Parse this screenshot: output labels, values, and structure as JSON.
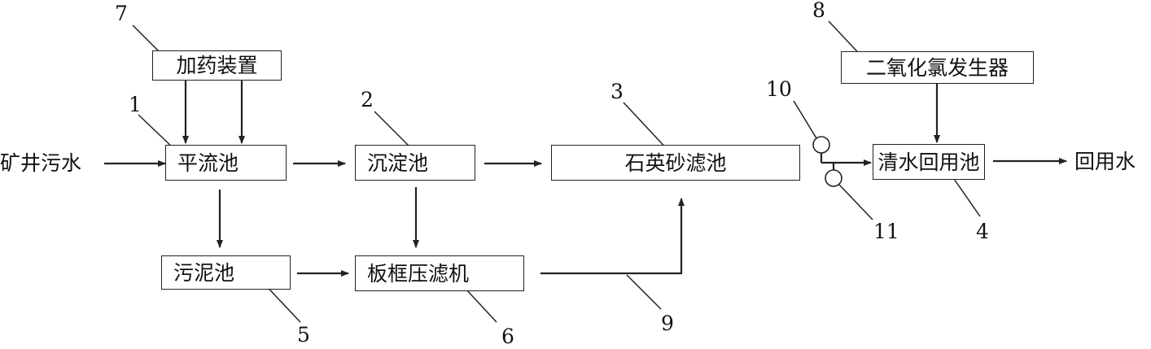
{
  "nodes": {
    "dosing": "加药装置",
    "advection": "平流池",
    "sedimentation": "沉淀池",
    "quartz_filter": "石英砂滤池",
    "sludge": "污泥池",
    "filter_press": "板框压滤机",
    "chlorine_generator": "二氧化氯发生器",
    "reuse_pool": "清水回用池"
  },
  "io": {
    "input": "矿井污水",
    "output": "回用水"
  },
  "callouts": {
    "n1": "1",
    "n2": "2",
    "n3": "3",
    "n4": "4",
    "n5": "5",
    "n6": "6",
    "n7": "7",
    "n8": "8",
    "n9": "9",
    "n10": "10",
    "n11": "11"
  },
  "colors": {
    "line": "#222222",
    "background": "#ffffff"
  }
}
